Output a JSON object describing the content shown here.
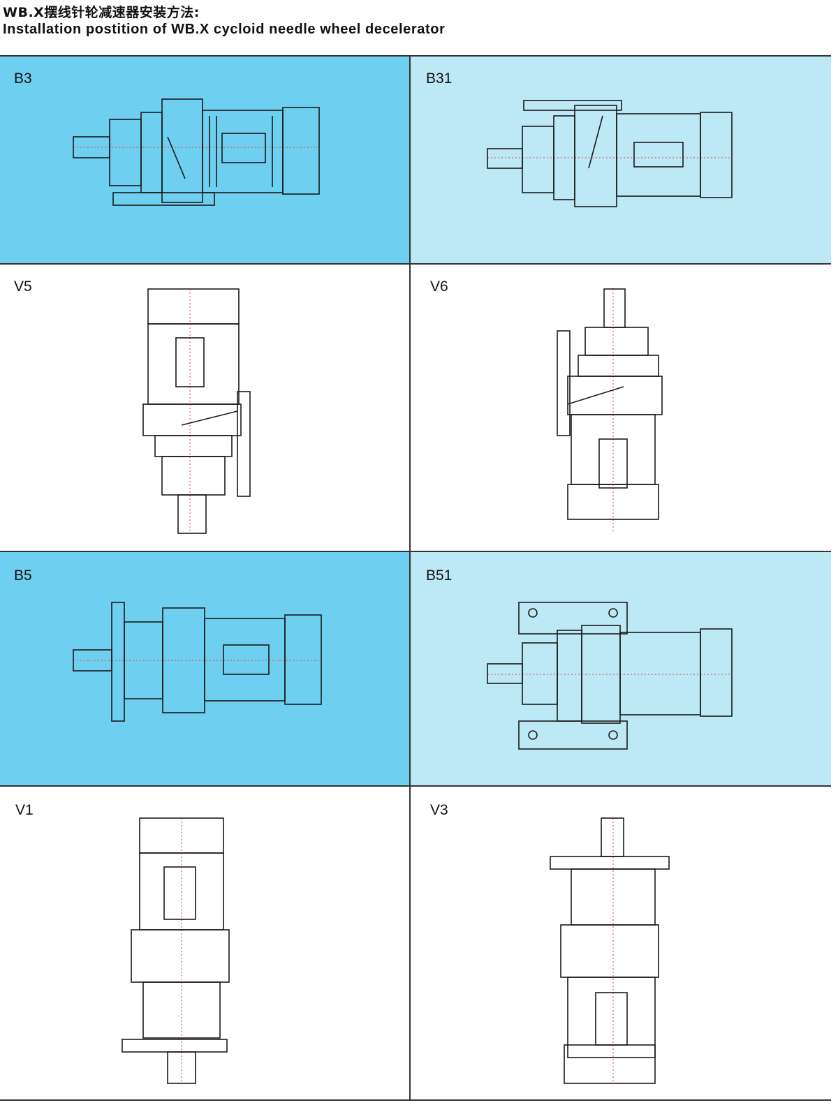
{
  "header": {
    "title_cn": "WB.X摆线针轮减速器安装方法:",
    "title_en": "Installation postition of WB.X cycloid needle wheel decelerator"
  },
  "positions": [
    {
      "label": "B3",
      "bg": "#6fcff0"
    },
    {
      "label": "B31",
      "bg": "#bde8f6"
    },
    {
      "label": "V5",
      "bg": "#ffffff"
    },
    {
      "label": "V6",
      "bg": "#ffffff"
    },
    {
      "label": "B5",
      "bg": "#6fcff0"
    },
    {
      "label": "B51",
      "bg": "#bde8f6"
    },
    {
      "label": "V1",
      "bg": "#ffffff"
    },
    {
      "label": "V3",
      "bg": "#ffffff"
    }
  ]
}
